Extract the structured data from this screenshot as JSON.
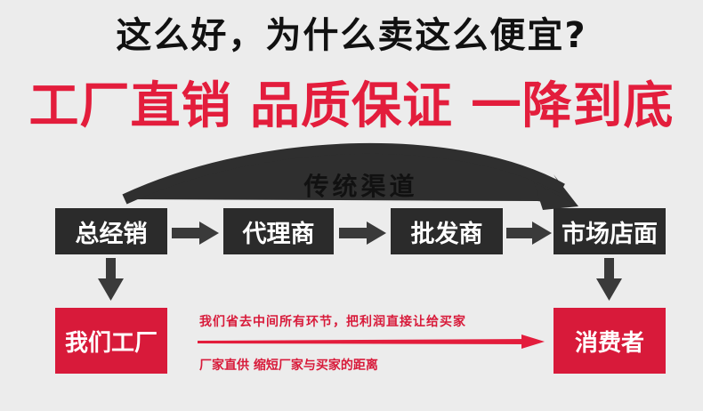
{
  "headline": "这么好，为什么卖这么便宜?",
  "subline": "工厂直销 品质保证 一降到底",
  "channel_label": "传统渠道",
  "boxes": {
    "distributor": "总经销",
    "agent": "代理商",
    "wholesaler": "批发商",
    "store": "市场店面",
    "factory": "我们工厂",
    "consumer": "消费者"
  },
  "notes": {
    "line1": "我们省去中间所有环节，把利润直接让给买家",
    "line2": "厂家直供  缩短厂家与买家的距离"
  },
  "colors": {
    "accent": "#e31d3c",
    "box_dark": "#2b2b2b",
    "box_red": "#d81a3a",
    "background": "#ececec"
  }
}
